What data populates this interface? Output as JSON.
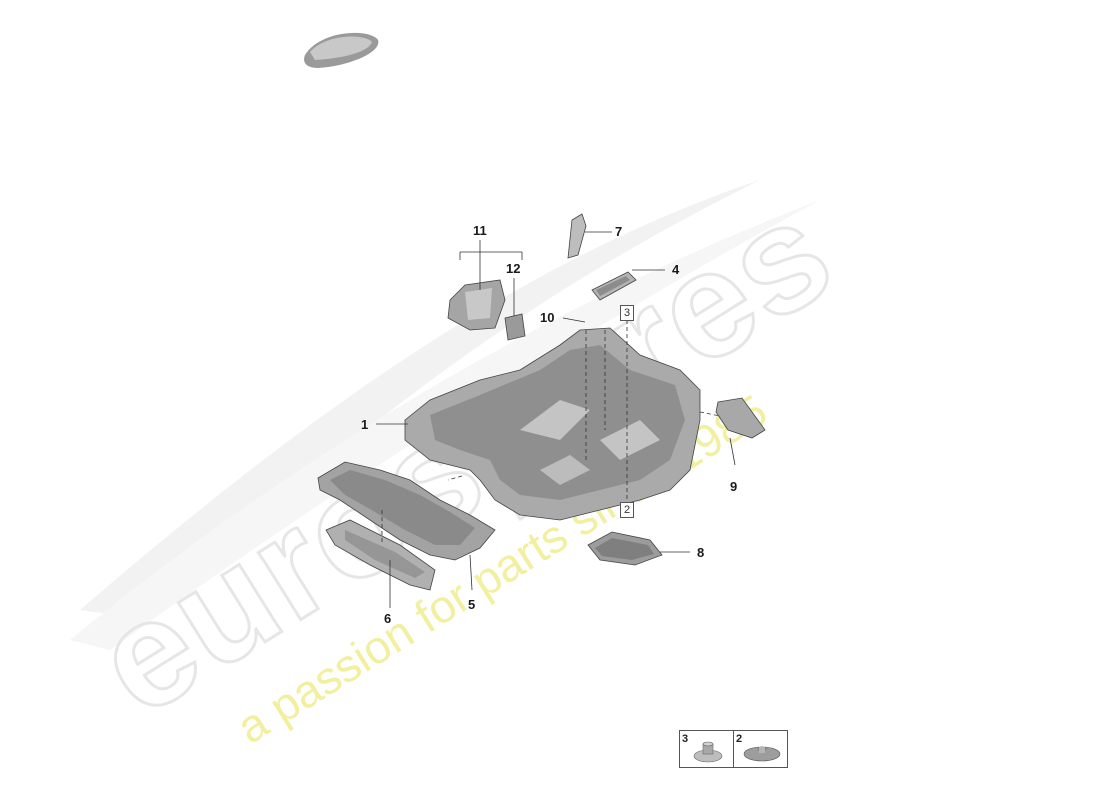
{
  "diagram": {
    "callouts": [
      {
        "id": "1",
        "label": "1"
      },
      {
        "id": "2",
        "label": "2"
      },
      {
        "id": "3",
        "label": "3"
      },
      {
        "id": "4",
        "label": "4"
      },
      {
        "id": "5",
        "label": "5"
      },
      {
        "id": "6",
        "label": "6"
      },
      {
        "id": "7",
        "label": "7"
      },
      {
        "id": "8",
        "label": "8"
      },
      {
        "id": "9",
        "label": "9"
      },
      {
        "id": "10",
        "label": "10"
      },
      {
        "id": "11",
        "label": "11"
      },
      {
        "id": "12",
        "label": "12"
      }
    ],
    "box_refs": [
      {
        "id": "3",
        "label": "3"
      },
      {
        "id": "2",
        "label": "2"
      }
    ],
    "legend": [
      {
        "id": "3",
        "label": "3"
      },
      {
        "id": "2",
        "label": "2"
      }
    ]
  },
  "watermark": {
    "brand": "eurospares",
    "tagline": "a passion for parts since 1985",
    "brand_color": "#e6e6e6",
    "tagline_color": "#f2f0a0"
  },
  "colors": {
    "part_fill": "#b8b8b8",
    "part_dark": "#8c8c8c",
    "line": "#333333"
  }
}
